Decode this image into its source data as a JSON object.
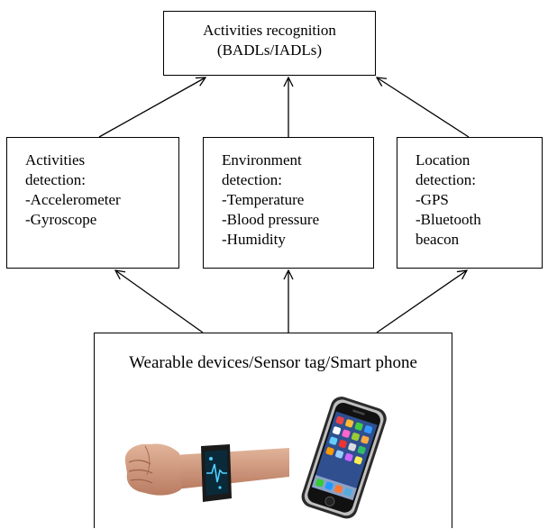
{
  "top": {
    "line1": "Activities recognition",
    "line2": "(BADLs/IADLs)"
  },
  "boxes": {
    "activities": {
      "lines": [
        "Activities",
        "detection:",
        "-Accelerometer",
        "-Gyroscope"
      ]
    },
    "environment": {
      "lines": [
        "Environment",
        "detection:",
        "-Temperature",
        "-Blood pressure",
        "-Humidity"
      ]
    },
    "location": {
      "lines": [
        "Location",
        "detection:",
        "-GPS",
        "-Bluetooth",
        "beacon"
      ]
    }
  },
  "bottom": {
    "title": "Wearable devices/Sensor tag/Smart phone",
    "images": [
      "wrist-band-image",
      "smartphone-image"
    ]
  }
}
